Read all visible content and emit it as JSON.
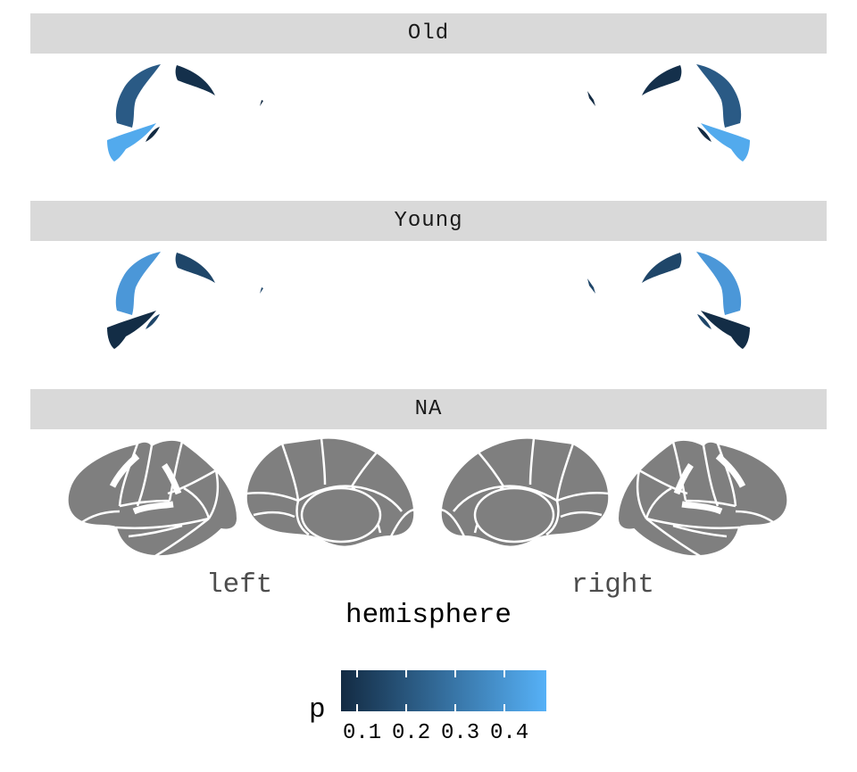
{
  "facets": [
    {
      "label": "Old"
    },
    {
      "label": "Young"
    },
    {
      "label": "NA"
    }
  ],
  "x_axis": {
    "title": "hemisphere",
    "ticks": [
      "left",
      "right"
    ]
  },
  "legend": {
    "title": "p",
    "labels": [
      "0.1",
      "0.2",
      "0.3",
      "0.4"
    ],
    "gradient_low": "#132b43",
    "gradient_high": "#56b1f7"
  },
  "regions": {
    "Old": {
      "lateral_outer": "#2a5a85",
      "lateral_upper": "#14304b",
      "lateral_lower": "#52aaed",
      "lateral_small": "#132b43"
    },
    "Young": {
      "lateral_outer": "#4b97d8",
      "lateral_upper": "#1f4669",
      "lateral_lower": "#132d46",
      "lateral_small": "#1f4669"
    },
    "NA": {
      "fill": "#7f7f7f",
      "stroke": "#ffffff"
    }
  }
}
